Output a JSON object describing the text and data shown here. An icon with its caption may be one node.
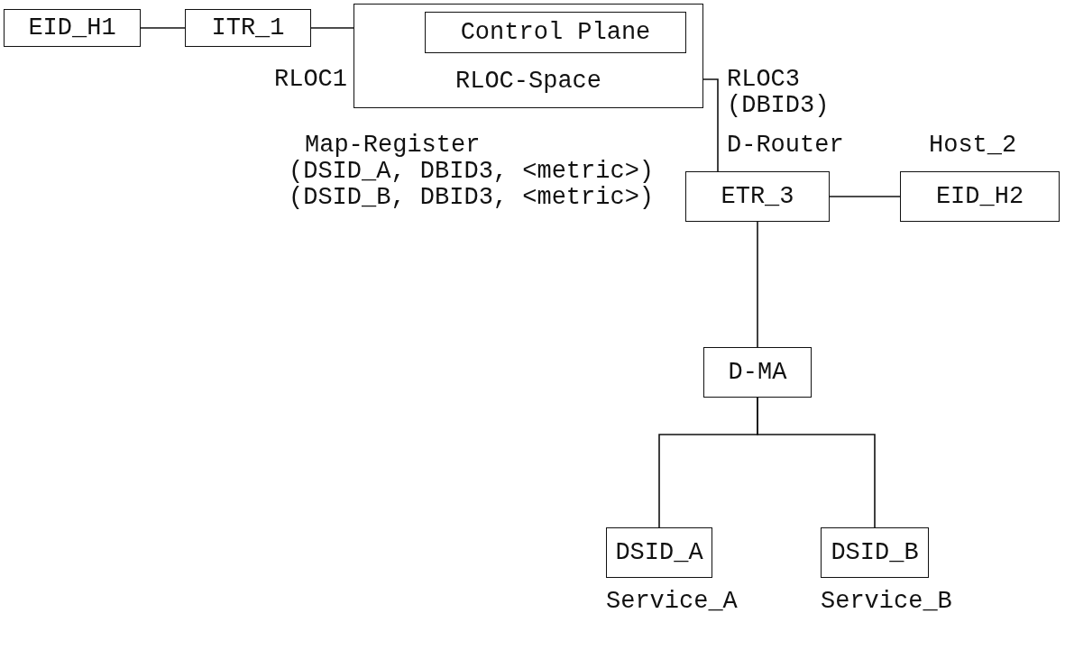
{
  "diagram": {
    "nodes": [
      {
        "text": [
          "RLOC-Space"
        ]
      },
      {
        "text": [
          "EID_H1"
        ]
      },
      {
        "text": [
          "ITR_1"
        ]
      },
      {
        "text": [
          "Control Plane"
        ],
        "in": 0
      },
      {
        "text": [
          "ETR_3"
        ],
        "beside": [
          "D-Router"
        ]
      },
      {
        "text": [
          "EID_H2"
        ],
        "beside": [
          "Host_2"
        ]
      },
      {
        "text": [
          "D-MA"
        ]
      },
      {
        "text": [
          "DSID_A"
        ],
        "beside": [
          "Service_A"
        ]
      },
      {
        "text": [
          "DSID_B"
        ],
        "beside": [
          "Service_B"
        ]
      }
    ],
    "edges": [
      {
        "from": 1,
        "to": 2,
        "arrow": "none"
      },
      {
        "from": 2,
        "to": 0,
        "arrow": "none"
      },
      {
        "from": 0,
        "to": 4,
        "arrow": "none"
      },
      {
        "from": 4,
        "to": 5,
        "arrow": "none"
      },
      {
        "from": 4,
        "to": 6,
        "arrow": "none"
      },
      {
        "from": 6,
        "to": 7,
        "arrow": "none"
      },
      {
        "from": 6,
        "to": 8,
        "arrow": "none"
      }
    ],
    "labels": [
      "RLOC1",
      "RLOC3",
      "(DBID3)",
      "Map-Register",
      "(DSID_A, DBID3, <metric>)",
      "(DSID_B, DBID3, <metric>)"
    ]
  }
}
